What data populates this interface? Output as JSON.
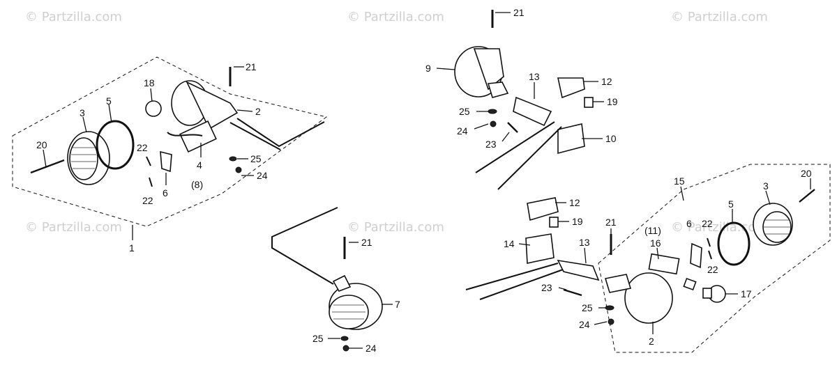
{
  "watermarks": [
    {
      "text": "© Partzilla.com"
    },
    {
      "text": "© Partzilla.com"
    },
    {
      "text": "© Partzilla.com"
    },
    {
      "text": "© Partzilla.com"
    },
    {
      "text": "© Partzilla.com"
    },
    {
      "text": "© Partzilla.com"
    }
  ],
  "callouts": {
    "left_assembly": {
      "c1": "1",
      "c2": "2",
      "c3": "3",
      "c4": "4",
      "c4sub": "(8)",
      "c5": "5",
      "c6": "6",
      "c18": "18",
      "c20": "20",
      "c21": "21",
      "c22a": "22",
      "c22b": "22",
      "c24": "24",
      "c25": "25"
    },
    "center_lamp": {
      "c7": "7",
      "c21": "21",
      "c24": "24",
      "c25": "25"
    },
    "top_right": {
      "c9": "9",
      "c10": "10",
      "c12": "12",
      "c13": "13",
      "c19": "19",
      "c21": "21",
      "c23": "23",
      "c24": "24",
      "c25": "25"
    },
    "bottom_right": {
      "c2": "2",
      "c3": "3",
      "c5": "5",
      "c6": "6",
      "c12": "12",
      "c13": "13",
      "c14": "14",
      "c15": "15",
      "c16": "16",
      "c16sub": "(11)",
      "c17": "17",
      "c19": "19",
      "c20": "20",
      "c21": "21",
      "c22a": "22",
      "c22b": "22",
      "c23": "23",
      "c24": "24",
      "c25": "25"
    }
  }
}
